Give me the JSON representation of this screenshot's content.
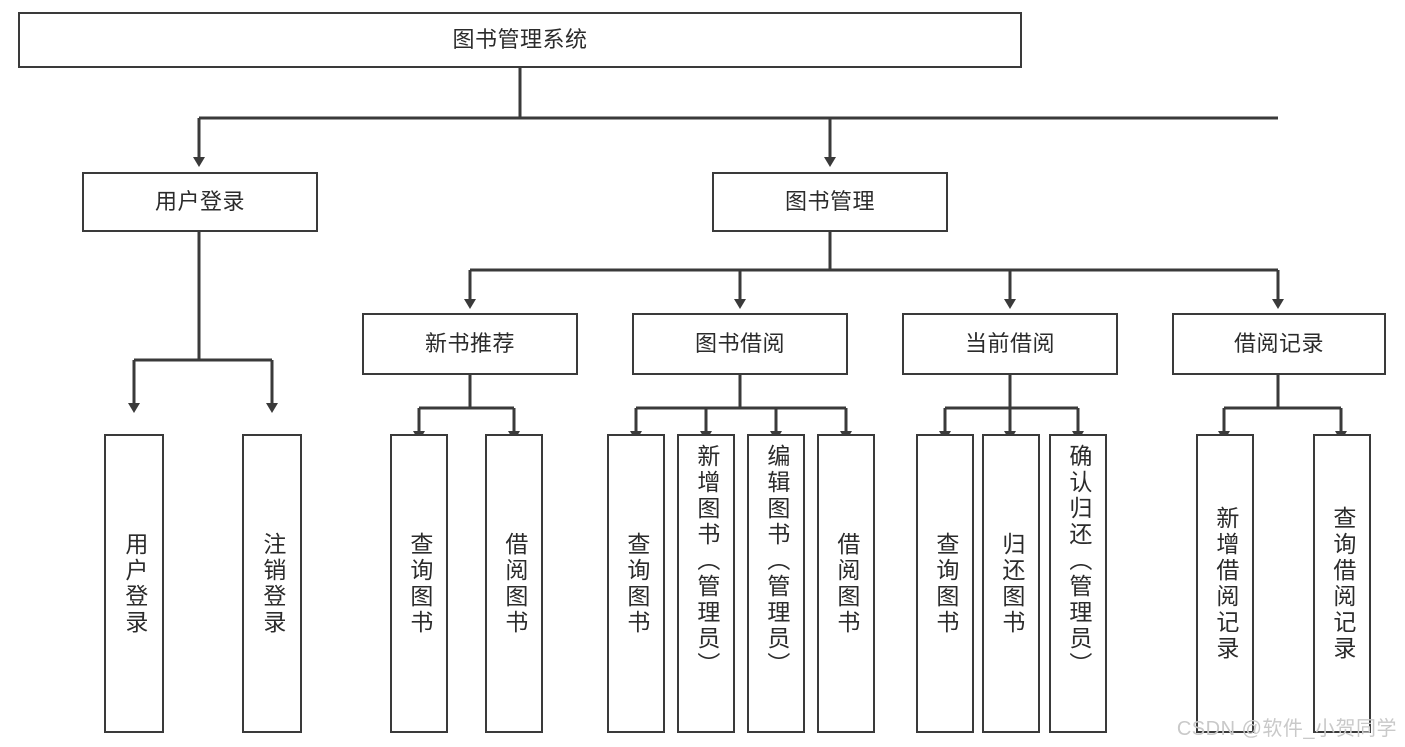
{
  "diagram": {
    "title": "图书管理系统",
    "type": "tree-hierarchy",
    "root": {
      "label": "图书管理系统"
    },
    "level1": [
      {
        "label": "用户登录"
      },
      {
        "label": "图书管理"
      }
    ],
    "level2": [
      {
        "label": "新书推荐",
        "parent": "图书管理"
      },
      {
        "label": "图书借阅",
        "parent": "图书管理"
      },
      {
        "label": "当前借阅",
        "parent": "图书管理"
      },
      {
        "label": "借阅记录",
        "parent": "图书管理"
      }
    ],
    "leaves": {
      "user_login": [
        {
          "label": "用户登录"
        },
        {
          "label": "注销登录"
        }
      ],
      "new_book_recommend": [
        {
          "label": "查询图书"
        },
        {
          "label": "借阅图书"
        }
      ],
      "book_borrow": [
        {
          "label": "查询图书"
        },
        {
          "label": "新增图书（管理员）"
        },
        {
          "label": "编辑图书（管理员）"
        },
        {
          "label": "借阅图书"
        }
      ],
      "current_borrow": [
        {
          "label": "查询图书"
        },
        {
          "label": "归还图书"
        },
        {
          "label": "确认归还（管理员）"
        }
      ],
      "borrow_record": [
        {
          "label": "新增借阅记录"
        },
        {
          "label": "查询借阅记录"
        }
      ]
    }
  },
  "watermark": {
    "text": "CSDN @软件_小贺同学"
  },
  "colors": {
    "stroke": "#3a3a3a",
    "text": "#2b2b2b",
    "background": "#ffffff",
    "watermark": "#c9c9c9"
  }
}
